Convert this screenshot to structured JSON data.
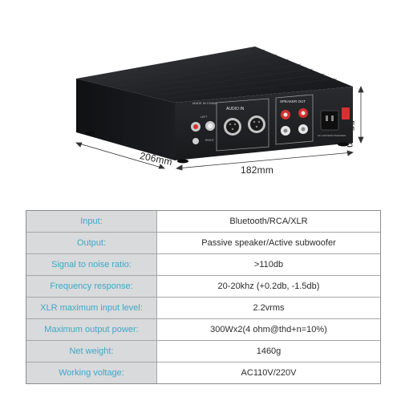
{
  "dimensions": {
    "depth": "206mm",
    "width": "182mm",
    "height": "55mm"
  },
  "panel_text": {
    "audio_in": "AUDIO IN",
    "speaker_out": "SPEAKER OUT",
    "made_in": "MADE IN CHINA",
    "left": "LEFT",
    "right": "RIGHT",
    "voltage": "AC 110V/220V  50Hz/60Hz"
  },
  "colors": {
    "label_text": "#3aa9c9",
    "label_bg": "#d9dadb",
    "device_body": "#1d1e20"
  },
  "specs": [
    {
      "label": "Input:",
      "value": "Bluetooth/RCA/XLR"
    },
    {
      "label": "Output:",
      "value": "Passive speaker/Active subwoofer"
    },
    {
      "label": "Signal to noise ratio:",
      "value": ">110db"
    },
    {
      "label": "Frequency response:",
      "value": "20-20khz (+0.2db, -1.5db)"
    },
    {
      "label": "XLR maximum input level:",
      "value": "2.2vrms"
    },
    {
      "label": "Maximum output power:",
      "value": "300Wx2(4 ohm@thd+n=10%)"
    },
    {
      "label": "Net weight:",
      "value": "1460g"
    },
    {
      "label": "Working voltage:",
      "value": "AC110V/220V"
    }
  ]
}
